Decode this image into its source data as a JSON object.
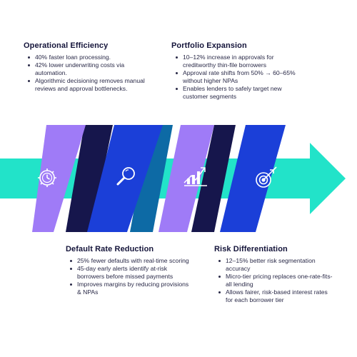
{
  "colors": {
    "arrow": "#22e3c9",
    "purple": "#9f7bf7",
    "blue": "#1b3fd8",
    "navy": "#16164c",
    "teal_shadow": "#0d6aa5"
  },
  "icons": [
    "gear-clock-icon",
    "magnifier-icon",
    "chart-growth-icon",
    "target-icon"
  ],
  "blocks": {
    "operational_efficiency": {
      "title": "Operational Efficiency",
      "items": [
        "40% faster loan processing.",
        "42% lower underwriting costs via automation.",
        "Algorithmic decisioning removes manual reviews and approval bottlenecks."
      ]
    },
    "portfolio_expansion": {
      "title": "Portfolio Expansion",
      "items": [
        "10–12% increase in approvals for creditworthy thin-file borrowers",
        "Approval rate shifts from 50% → 60–65% without higher NPAs",
        "Enables lenders to safely target new customer segments"
      ]
    },
    "default_rate_reduction": {
      "title": "Default Rate Reduction",
      "items": [
        "25% fewer defaults with real-time scoring",
        "45-day early alerts identify at-risk borrowers before missed payments",
        "Improves margins by reducing provisions & NPAs"
      ]
    },
    "risk_differentiation": {
      "title": "Risk Differentiation",
      "items": [
        "12–15% better risk segmentation accuracy",
        "Micro-tier pricing replaces one-rate-fits-all lending",
        "Allows fairer, risk-based interest rates for each borrower tier"
      ]
    }
  }
}
